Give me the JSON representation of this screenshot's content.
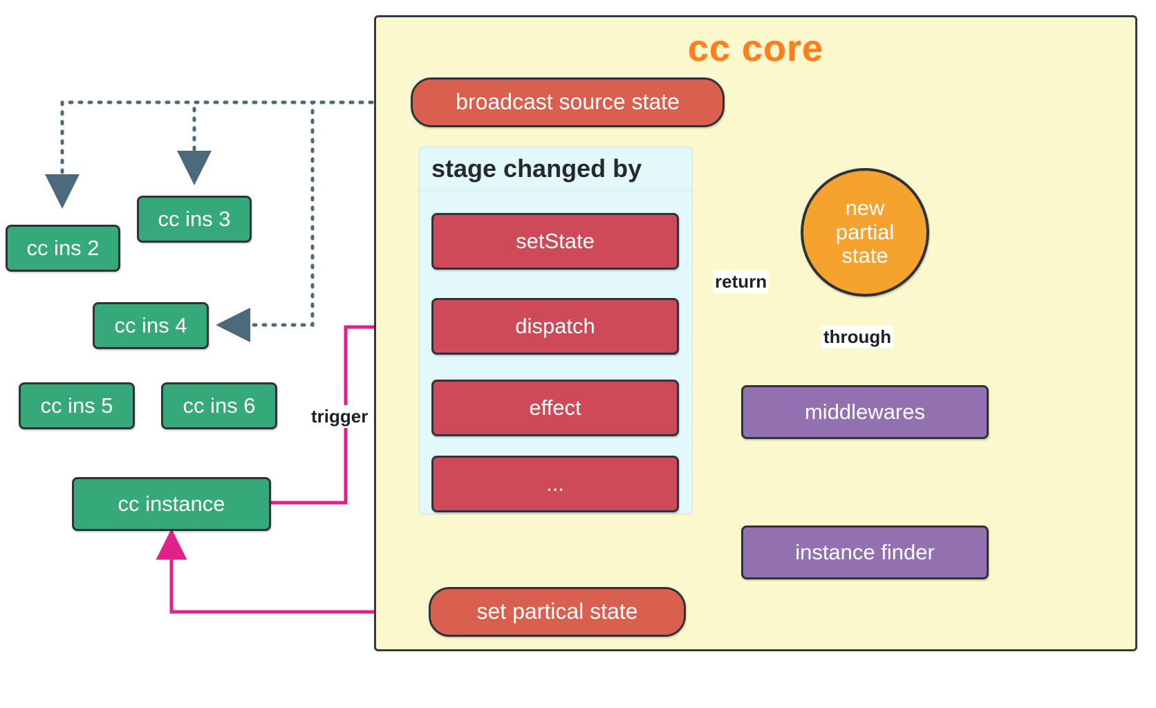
{
  "diagram": {
    "title": "cc core",
    "title_color": "#ff7f1f",
    "container_bg": "#fbf8cd",
    "canvas_bg": "#ffffff"
  },
  "instances": [
    {
      "label": "cc ins 2"
    },
    {
      "label": "cc ins 3"
    },
    {
      "label": "cc ins 4"
    },
    {
      "label": "cc ins 5"
    },
    {
      "label": "cc ins 6"
    },
    {
      "label": "cc instance"
    }
  ],
  "pills": {
    "broadcast": "broadcast source state",
    "set_partial": "set partical state"
  },
  "stage_panel": {
    "header": "stage changed by",
    "bg": "#e2f8fb",
    "items": [
      {
        "label": "setState"
      },
      {
        "label": "dispatch"
      },
      {
        "label": "effect"
      },
      {
        "label": "..."
      }
    ]
  },
  "circle": {
    "line1": "new",
    "line2": "partial",
    "line3": "state",
    "color": "#f5a32e"
  },
  "pipeline": [
    {
      "label": "middlewares"
    },
    {
      "label": "instance finder"
    }
  ],
  "edge_labels": {
    "trigger": "trigger",
    "return": "return",
    "through": "through"
  },
  "colors": {
    "green": "#35a97a",
    "red_pill": "#d9604f",
    "stage_item": "#cf4a58",
    "purple": "#9370b0",
    "orange": "#f5a32e",
    "pink_arrow": "#e0218a",
    "gray_arrow": "#4c6a7b",
    "stroke": "#2d3338"
  }
}
